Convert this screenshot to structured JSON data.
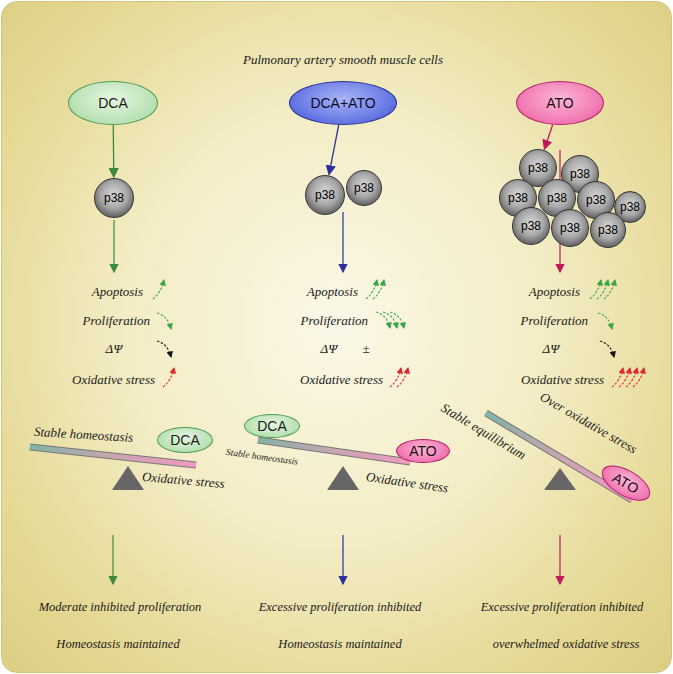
{
  "diagram": {
    "title": "Pulmonary artery smooth muscle cells",
    "nodes": [
      {
        "text": [
          "DCA"
        ]
      },
      {
        "text": [
          "DCA+ATO"
        ]
      },
      {
        "text": [
          "ATO"
        ]
      },
      {
        "text": [
          "p38"
        ]
      },
      {
        "text": [
          "p38"
        ]
      },
      {
        "text": [
          "p38"
        ]
      },
      {
        "text": [
          "p38"
        ]
      },
      {
        "text": [
          "p38"
        ]
      },
      {
        "text": [
          "p38"
        ]
      },
      {
        "text": [
          "p38"
        ]
      },
      {
        "text": [
          "p38"
        ]
      },
      {
        "text": [
          "p38"
        ]
      },
      {
        "text": [
          "p38"
        ]
      },
      {
        "text": [
          "p38"
        ]
      },
      {
        "text": [
          "p38"
        ]
      },
      {
        "text": [
          "DCA"
        ]
      },
      {
        "text": [
          "DCA"
        ]
      },
      {
        "text": [
          "ATO"
        ]
      },
      {
        "text": [
          "ATO"
        ]
      }
    ],
    "edges": [
      {
        "from": 0,
        "to": 3,
        "arrow": "to"
      },
      {
        "from": 1,
        "to": 4,
        "arrow": "to"
      },
      {
        "from": 2,
        "to": 6,
        "arrow": "to"
      }
    ],
    "labels": [
      "Apoptosis",
      "Proliferation",
      "ΔΨ",
      "Oxidative stress",
      "Apoptosis",
      "Proliferation",
      "ΔΨ",
      "Oxidative stress",
      "±",
      "Apoptosis",
      "Proliferation",
      "ΔΨ",
      "Oxidative stress",
      "Stable homeostasis",
      "Oxidative stress",
      "Stable homeostasis",
      "Oxidative stress",
      "Stable equilibrium",
      "Over oxidative stress",
      "Moderate inhibited proliferation",
      "Homeostasis maintained",
      "Excessive proliferation inhibited",
      "Homeostasis maintained",
      "Excessive proliferation inhibited",
      "overwhelmed oxidative stress"
    ]
  }
}
